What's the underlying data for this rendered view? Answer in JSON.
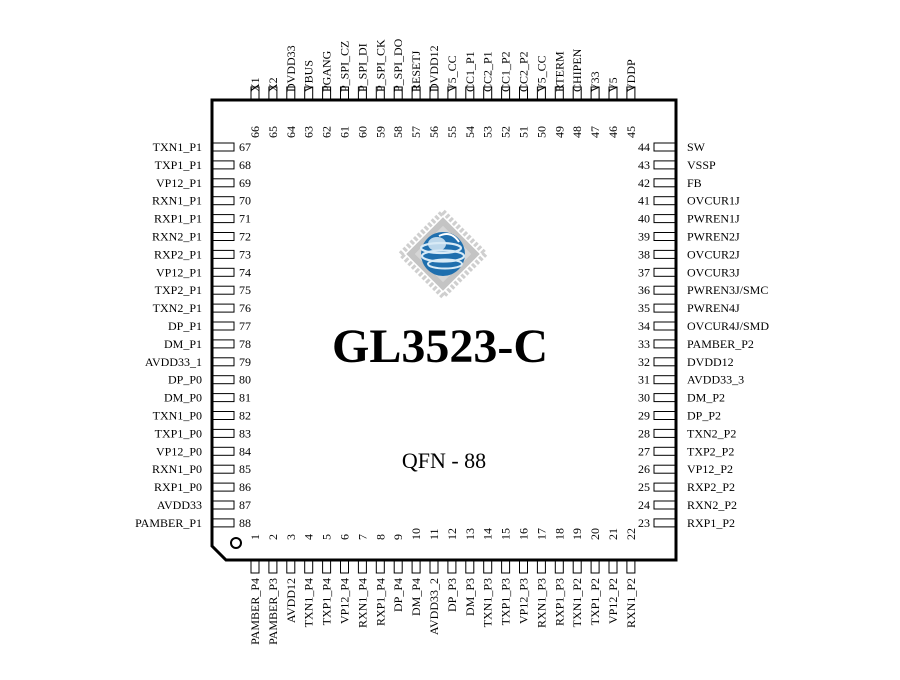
{
  "chip": {
    "part_number": "GL3523-C",
    "package": "QFN - 88"
  },
  "pins": {
    "bottom": [
      {
        "num": "1",
        "name": "PAMBER_P4"
      },
      {
        "num": "2",
        "name": "PAMBER_P3"
      },
      {
        "num": "3",
        "name": "AVDD12"
      },
      {
        "num": "4",
        "name": "TXN1_P4"
      },
      {
        "num": "5",
        "name": "TXP1_P4"
      },
      {
        "num": "6",
        "name": "VP12_P4"
      },
      {
        "num": "7",
        "name": "RXN1_P4"
      },
      {
        "num": "8",
        "name": "RXP1_P4"
      },
      {
        "num": "9",
        "name": "DP_P4"
      },
      {
        "num": "10",
        "name": "DM_P4"
      },
      {
        "num": "11",
        "name": "AVDD33_2"
      },
      {
        "num": "12",
        "name": "DP_P3"
      },
      {
        "num": "13",
        "name": "DM_P3"
      },
      {
        "num": "14",
        "name": "TXN1_P3"
      },
      {
        "num": "15",
        "name": "TXP1_P3"
      },
      {
        "num": "16",
        "name": "VP12_P3"
      },
      {
        "num": "17",
        "name": "RXN1_P3"
      },
      {
        "num": "18",
        "name": "RXP1_P3"
      },
      {
        "num": "19",
        "name": "TXN1_P2"
      },
      {
        "num": "20",
        "name": "TXP1_P2"
      },
      {
        "num": "21",
        "name": "VP12_P2"
      },
      {
        "num": "22",
        "name": "RXN1_P2"
      }
    ],
    "right": [
      {
        "num": "23",
        "name": "RXP1_P2"
      },
      {
        "num": "24",
        "name": "RXN2_P2"
      },
      {
        "num": "25",
        "name": "RXP2_P2"
      },
      {
        "num": "26",
        "name": "VP12_P2"
      },
      {
        "num": "27",
        "name": "TXP2_P2"
      },
      {
        "num": "28",
        "name": "TXN2_P2"
      },
      {
        "num": "29",
        "name": "DP_P2"
      },
      {
        "num": "30",
        "name": "DM_P2"
      },
      {
        "num": "31",
        "name": "AVDD33_3"
      },
      {
        "num": "32",
        "name": "DVDD12"
      },
      {
        "num": "33",
        "name": "PAMBER_P2"
      },
      {
        "num": "34",
        "name": "OVCUR4J/SMD"
      },
      {
        "num": "35",
        "name": "PWREN4J"
      },
      {
        "num": "36",
        "name": "PWREN3J/SMC"
      },
      {
        "num": "37",
        "name": "OVCUR3J"
      },
      {
        "num": "38",
        "name": "OVCUR2J"
      },
      {
        "num": "39",
        "name": "PWREN2J"
      },
      {
        "num": "40",
        "name": "PWREN1J"
      },
      {
        "num": "41",
        "name": "OVCUR1J"
      },
      {
        "num": "42",
        "name": "FB"
      },
      {
        "num": "43",
        "name": "VSSP"
      },
      {
        "num": "44",
        "name": "SW"
      }
    ],
    "top": [
      {
        "num": "45",
        "name": "VDDP"
      },
      {
        "num": "46",
        "name": "V5"
      },
      {
        "num": "47",
        "name": "V33"
      },
      {
        "num": "48",
        "name": "CHIPEN"
      },
      {
        "num": "49",
        "name": "RTERM"
      },
      {
        "num": "50",
        "name": "V5_CC"
      },
      {
        "num": "51",
        "name": "CC2_P2"
      },
      {
        "num": "52",
        "name": "CC1_P2"
      },
      {
        "num": "53",
        "name": "CC2_P1"
      },
      {
        "num": "54",
        "name": "CC1_P1"
      },
      {
        "num": "55",
        "name": "V5_CC"
      },
      {
        "num": "56",
        "name": "DVDD12"
      },
      {
        "num": "57",
        "name": "RESETJ"
      },
      {
        "num": "58",
        "name": "P_SPI_DO"
      },
      {
        "num": "59",
        "name": "P_SPI_CK"
      },
      {
        "num": "60",
        "name": "P_SPI_DI"
      },
      {
        "num": "61",
        "name": "P_SPI_CZ"
      },
      {
        "num": "62",
        "name": "PGANG"
      },
      {
        "num": "63",
        "name": "VBUS"
      },
      {
        "num": "64",
        "name": "DVDD33"
      },
      {
        "num": "65",
        "name": "X2"
      },
      {
        "num": "66",
        "name": "X1"
      }
    ],
    "left": [
      {
        "num": "67",
        "name": "TXN1_P1"
      },
      {
        "num": "68",
        "name": "TXP1_P1"
      },
      {
        "num": "69",
        "name": "VP12_P1"
      },
      {
        "num": "70",
        "name": "RXN1_P1"
      },
      {
        "num": "71",
        "name": "RXP1_P1"
      },
      {
        "num": "72",
        "name": "RXN2_P1"
      },
      {
        "num": "73",
        "name": "RXP2_P1"
      },
      {
        "num": "74",
        "name": "VP12_P1"
      },
      {
        "num": "75",
        "name": "TXP2_P1"
      },
      {
        "num": "76",
        "name": "TXN2_P1"
      },
      {
        "num": "77",
        "name": "DP_P1"
      },
      {
        "num": "78",
        "name": "DM_P1"
      },
      {
        "num": "79",
        "name": "AVDD33_1"
      },
      {
        "num": "80",
        "name": "DP_P0"
      },
      {
        "num": "81",
        "name": "DM_P0"
      },
      {
        "num": "82",
        "name": "TXN1_P0"
      },
      {
        "num": "83",
        "name": "TXP1_P0"
      },
      {
        "num": "84",
        "name": "VP12_P0"
      },
      {
        "num": "85",
        "name": "RXN1_P0"
      },
      {
        "num": "86",
        "name": "RXP1_P0"
      },
      {
        "num": "87",
        "name": "AVDD33"
      },
      {
        "num": "88",
        "name": "PAMBER_P1"
      }
    ]
  },
  "colors": {
    "outline": "#000000",
    "logo_diamond": "#b9b9b9",
    "logo_blue": "#1f6fae",
    "logo_light": "#d8eaf6"
  },
  "icons": {
    "logo": "genesys-globe-logo",
    "pin1_marker": "pin1-circle-marker"
  }
}
